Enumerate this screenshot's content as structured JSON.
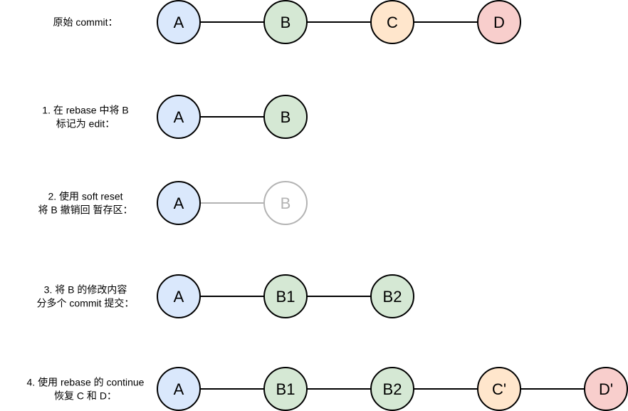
{
  "colors": {
    "a": {
      "fill": "#dae8fc",
      "stroke": "#000000",
      "text": "#000000"
    },
    "b": {
      "fill": "#d5e8d4",
      "stroke": "#000000",
      "text": "#000000"
    },
    "c": {
      "fill": "#ffe6cc",
      "stroke": "#000000",
      "text": "#000000"
    },
    "d": {
      "fill": "#f8cecc",
      "stroke": "#000000",
      "text": "#000000"
    },
    "ghost": {
      "fill": "#ffffff",
      "stroke": "#b3b3b3",
      "text": "#b3b3b3"
    },
    "edge": "#000000",
    "edge_ghost": "#b3b3b3"
  },
  "rows": [
    {
      "label_lines": [
        "原始 commit："
      ],
      "nodes": [
        {
          "label": "A",
          "color": "a"
        },
        {
          "label": "B",
          "color": "b"
        },
        {
          "label": "C",
          "color": "c"
        },
        {
          "label": "D",
          "color": "d"
        }
      ]
    },
    {
      "label_lines": [
        "1. 在 rebase 中将 B",
        "标记为 edit："
      ],
      "nodes": [
        {
          "label": "A",
          "color": "a"
        },
        {
          "label": "B",
          "color": "b"
        }
      ]
    },
    {
      "label_lines": [
        "2. 使用 soft reset",
        "将 B 撤销回 暂存区："
      ],
      "nodes": [
        {
          "label": "A",
          "color": "a"
        },
        {
          "label": "B",
          "color": "ghost"
        }
      ]
    },
    {
      "label_lines": [
        "3. 将 B 的修改内容",
        "分多个 commit 提交："
      ],
      "nodes": [
        {
          "label": "A",
          "color": "a"
        },
        {
          "label": "B1",
          "color": "b"
        },
        {
          "label": "B2",
          "color": "b"
        }
      ]
    },
    {
      "label_lines": [
        "4. 使用 rebase 的 continue",
        "恢复 C 和 D："
      ],
      "nodes": [
        {
          "label": "A",
          "color": "a"
        },
        {
          "label": "B1",
          "color": "b"
        },
        {
          "label": "B2",
          "color": "b"
        },
        {
          "label": "C'",
          "color": "c"
        },
        {
          "label": "D'",
          "color": "d"
        }
      ]
    }
  ]
}
